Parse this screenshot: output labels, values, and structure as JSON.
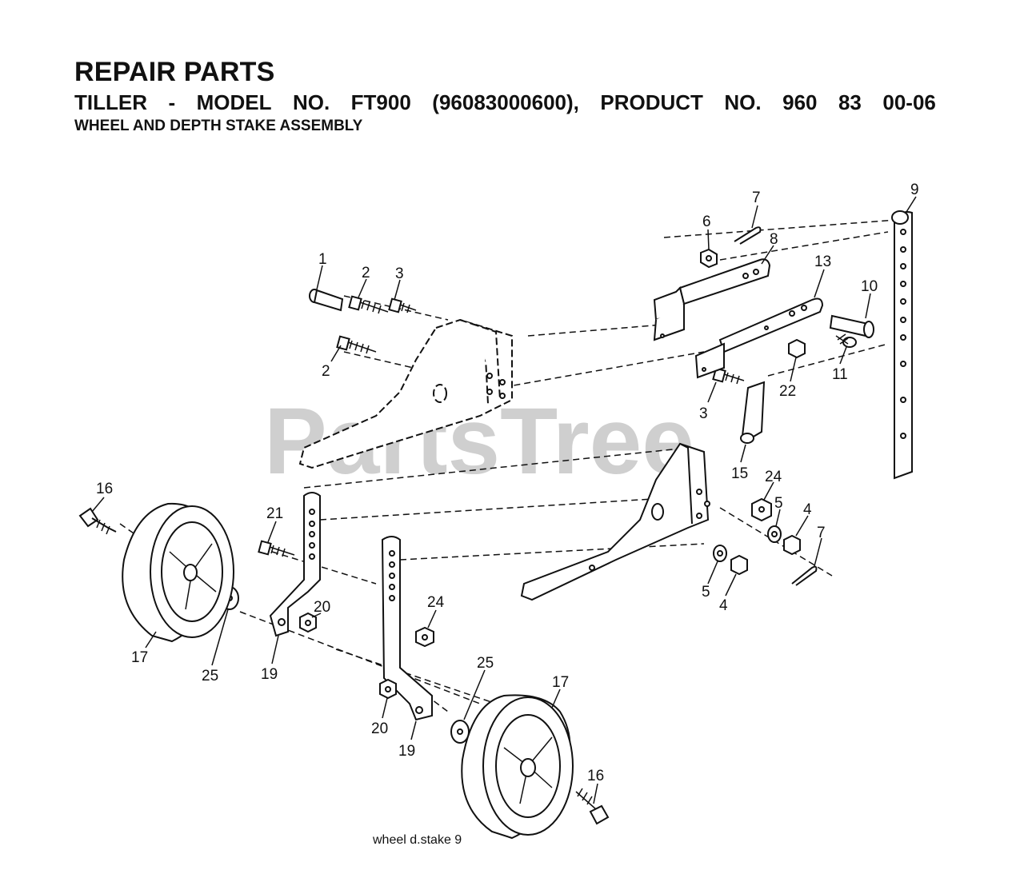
{
  "header": {
    "title": "REPAIR PARTS",
    "subtitle_words": [
      "TILLER",
      "-",
      "MODEL",
      "NO.",
      "FT900",
      "(96083000600),",
      "PRODUCT",
      "NO.",
      "960",
      "83",
      "00-06"
    ],
    "section": "WHEEL AND DEPTH STAKE ASSEMBLY"
  },
  "watermark": "PartsTree",
  "caption": "wheel  d.stake  9",
  "callouts": {
    "c1": "1",
    "c2a": "2",
    "c2b": "2",
    "c3a": "3",
    "c3b": "3",
    "c4a": "4",
    "c4b": "4",
    "c5a": "5",
    "c5b": "5",
    "c6": "6",
    "c7a": "7",
    "c7b": "7",
    "c8": "8",
    "c9": "9",
    "c10": "10",
    "c11": "11",
    "c13": "13",
    "c15": "15",
    "c16a": "16",
    "c16b": "16",
    "c17a": "17",
    "c17b": "17",
    "c19a": "19",
    "c19b": "19",
    "c20a": "20",
    "c20b": "20",
    "c21": "21",
    "c22": "22",
    "c24a": "24",
    "c24b": "24",
    "c25a": "25",
    "c25b": "25"
  }
}
